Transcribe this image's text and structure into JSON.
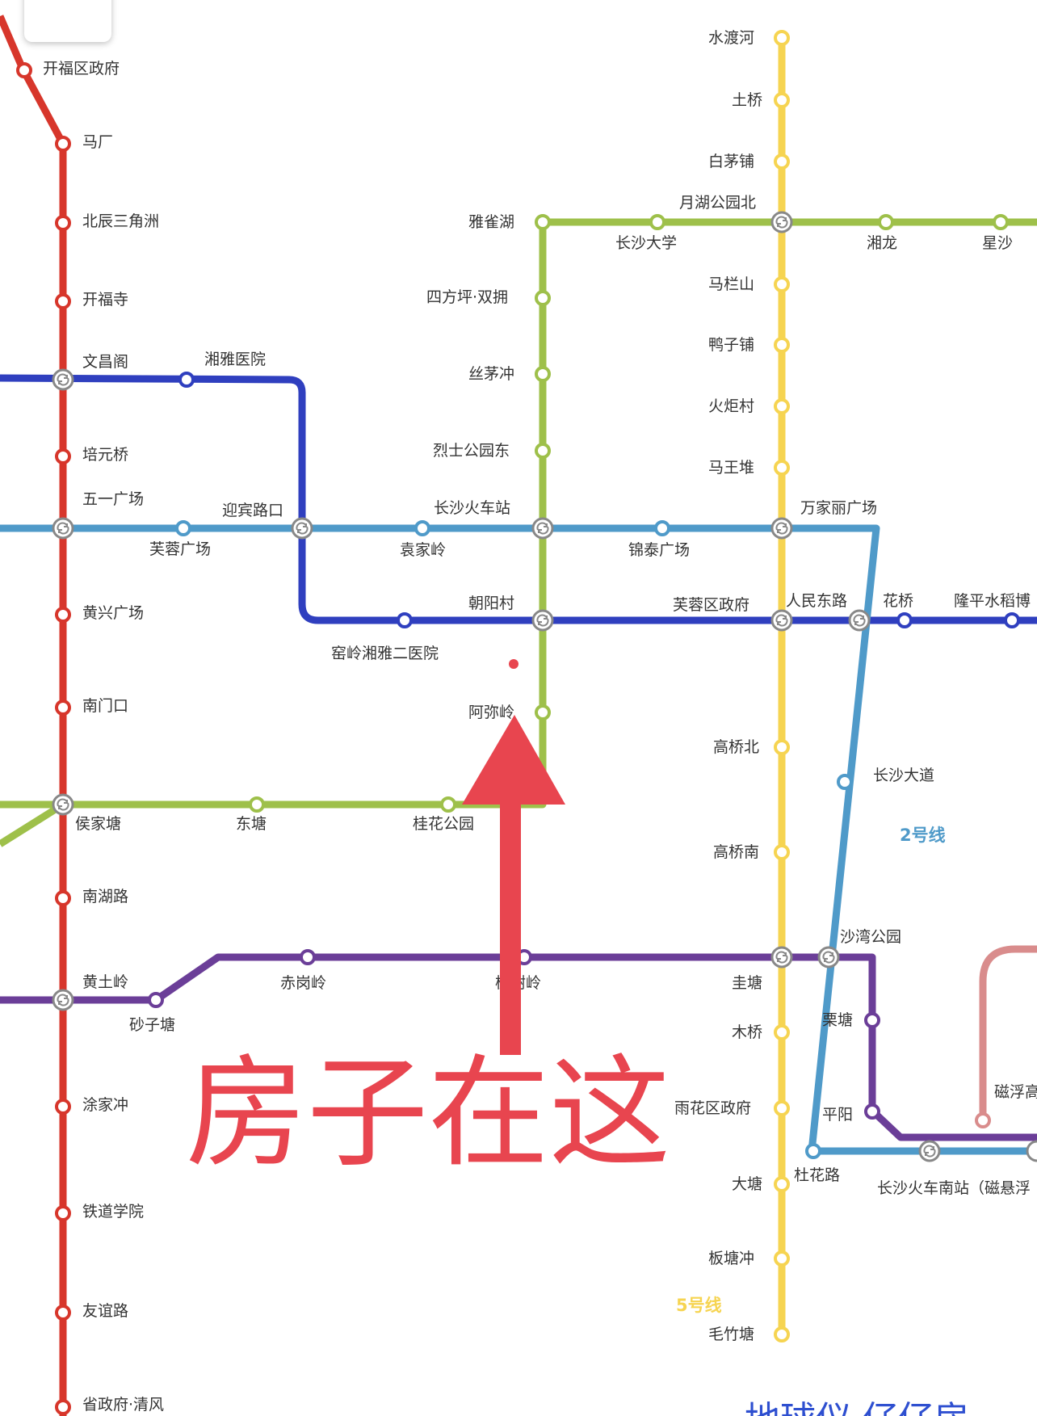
{
  "colors": {
    "red": "#d7362b",
    "blue": "#2f3fbf",
    "lightblue": "#4f9ac9",
    "green": "#9ec04a",
    "yellow": "#f6d451",
    "purple": "#6b3e98",
    "pink": "#d98c8c",
    "annotation": "#e8454f"
  },
  "icons": {
    "transfer": "transfer-icon",
    "arrow": "arrow-up-icon"
  },
  "stations": {
    "kaifuquzhengfu": "开福区政府",
    "machang": "马厂",
    "beichensanjiaozhou": "北辰三角洲",
    "kaifusi": "开福寺",
    "wenchangge": "文昌阁",
    "peiyuanqiao": "培元桥",
    "wuyiguangchang": "五一广场",
    "huangxingguangchang": "黄兴广场",
    "nanmenkou": "南门口",
    "houjiatang": "侯家塘",
    "nanhulu": "南湖路",
    "huangtuling": "黄土岭",
    "tujiachong": "涂家冲",
    "tiedaoxueyuan": "铁道学院",
    "youyilu": "友谊路",
    "shengzhengfu": "省政府·清风",
    "xiangyayiyuan": "湘雅医院",
    "yingbinlukou": "迎宾路口",
    "furongguangchang": "芙蓉广场",
    "yuanjialing": "袁家岭",
    "changshahuochezhan": "长沙火车站",
    "jintaiguangchang": "锦泰广场",
    "wanjialiguangchang": "万家丽广场",
    "yaoling": "窑岭湘雅二医院",
    "chaoyangcun": "朝阳村",
    "furongquzhengfu": "芙蓉区政府",
    "renmindonglu": "人民东路",
    "huaqiao": "花桥",
    "longping": "隆平水稻博",
    "yaquehu": "雅雀湖",
    "changshadaxue": "长沙大学",
    "yuehugongyuanbei": "月湖公园北",
    "xianglong": "湘龙",
    "xingsha": "星沙",
    "sifangping": "四方坪·双拥",
    "simaochong": "丝茅冲",
    "lieshigongyuandong": "烈士公园东",
    "amiling": "阿弥岭",
    "dongtang": "东塘",
    "guihuagongyuan": "桂花公园",
    "shuiduhe": "水渡河",
    "tuqiao": "土桥",
    "baimaopu": "白茅铺",
    "malanshan": "马栏山",
    "yazipu": "鸭子铺",
    "huojucun": "火炬村",
    "mawangdui": "马王堆",
    "gaoqiaobei": "高桥北",
    "gaoqiaonan": "高桥南",
    "guitang": "圭塘",
    "muqiao": "木桥",
    "yuhuaquzhengfu": "雨花区政府",
    "datang": "大塘",
    "bantangchong": "板塘冲",
    "maozhutang": "毛竹塘",
    "changshadadao": "长沙大道",
    "shawangongyuan": "沙湾公园",
    "dupualu": "杜花路",
    "changshanan": "长沙火车南站（磁悬浮",
    "shazitang": "砂子塘",
    "chiganling": "赤岗岭",
    "fengmuling": "枫树岭",
    "litang": "栗塘",
    "pingyang": "平阳",
    "cifu": "磁浮高"
  },
  "line_labels": {
    "line2": "2号线",
    "line5": "5号线"
  },
  "annotation": {
    "text": "房子在这"
  },
  "watermark": {
    "text": "地球仪 仔仔房"
  }
}
